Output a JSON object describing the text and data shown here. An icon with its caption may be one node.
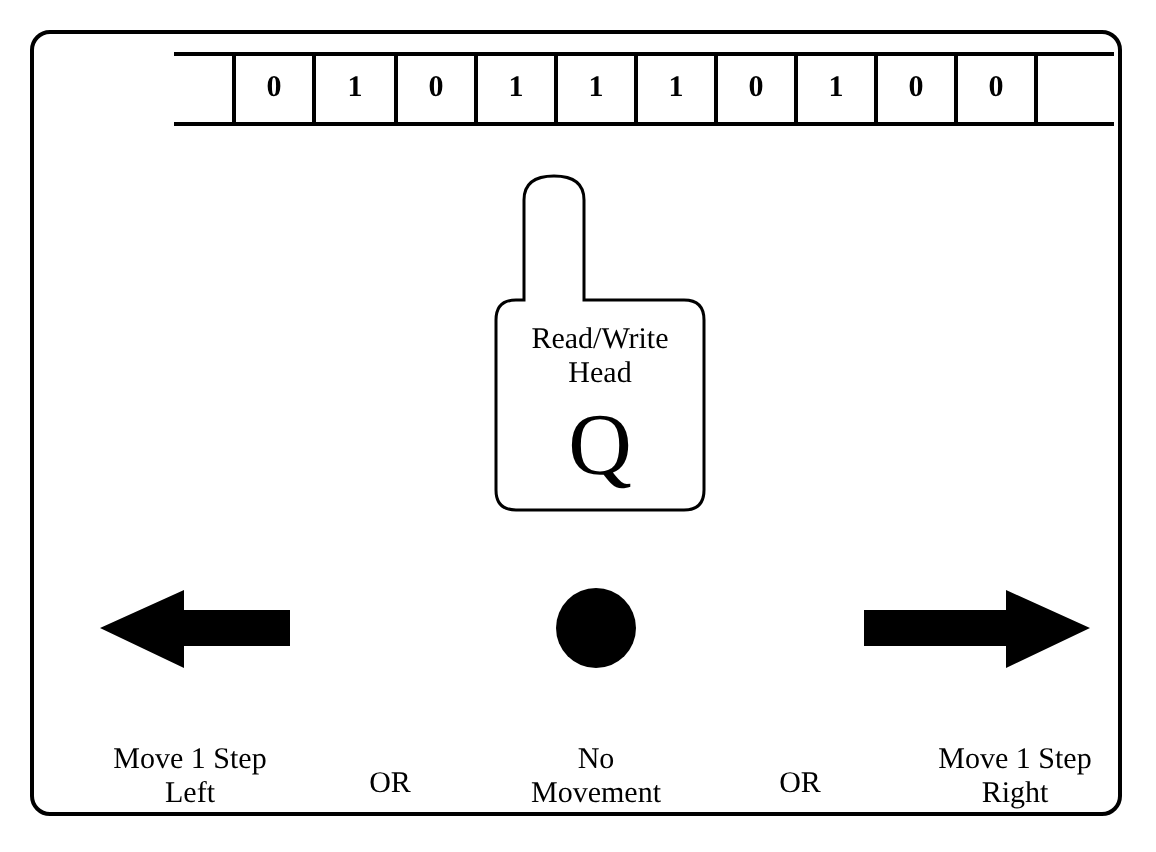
{
  "diagram": {
    "nodes": [
      {
        "text": [],
        "shape": "box"
      },
      {
        "text": [
          "0"
        ]
      },
      {
        "text": [
          "1"
        ]
      },
      {
        "text": [
          "0"
        ]
      },
      {
        "text": [
          "1"
        ]
      },
      {
        "text": [
          "1"
        ]
      },
      {
        "text": [
          "1"
        ]
      },
      {
        "text": [
          "0"
        ]
      },
      {
        "text": [
          "1"
        ]
      },
      {
        "text": [
          "0"
        ]
      },
      {
        "text": [
          "0"
        ]
      },
      {
        "text": [],
        "shape": "box"
      },
      {
        "text": [
          "Read/Write Head",
          "Q"
        ]
      }
    ],
    "edges": [],
    "labels": [
      "Move 1 Step Left",
      "OR",
      "No Movement",
      "OR",
      "Move 1 Step Right"
    ]
  }
}
